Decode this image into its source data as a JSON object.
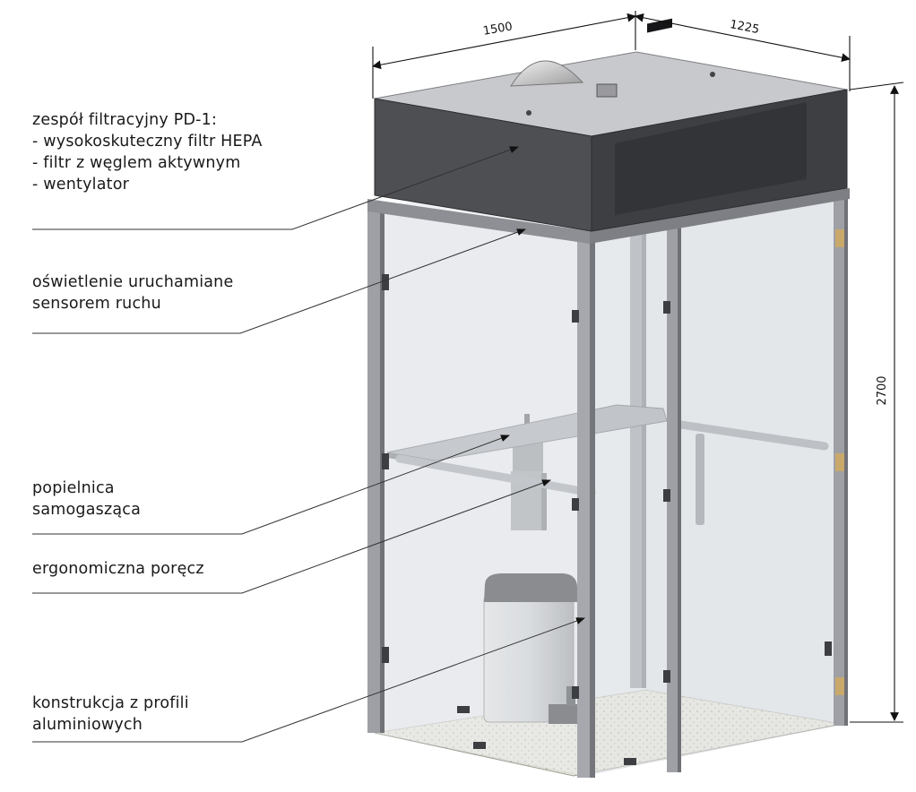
{
  "dimensions": {
    "width": "1500",
    "depth": "1225",
    "height": "2700"
  },
  "callouts": [
    {
      "id": "filter",
      "lines": [
        "zespół filtracyjny PD-1:",
        "- wysokoskuteczny filtr HEPA",
        "- filtr z węglem aktywnym",
        "- wentylator"
      ]
    },
    {
      "id": "lighting",
      "lines": [
        "oświetlenie uruchamiane",
        "sensorem ruchu"
      ]
    },
    {
      "id": "ashtray",
      "lines": [
        "popielnica",
        "samogasząca"
      ]
    },
    {
      "id": "handrail",
      "lines": [
        "ergonomiczna poręcz"
      ]
    },
    {
      "id": "frame",
      "lines": [
        "konstrukcja z profili",
        "aluminiowych"
      ]
    }
  ],
  "colors": {
    "frame": "#8e9096",
    "frame_dark": "#5e6066",
    "glass": "#e9ecee",
    "filter_unit": "#4a4b4f",
    "filter_top": "#c9cacd",
    "floor": "#ece9dc",
    "line": "#333333"
  }
}
